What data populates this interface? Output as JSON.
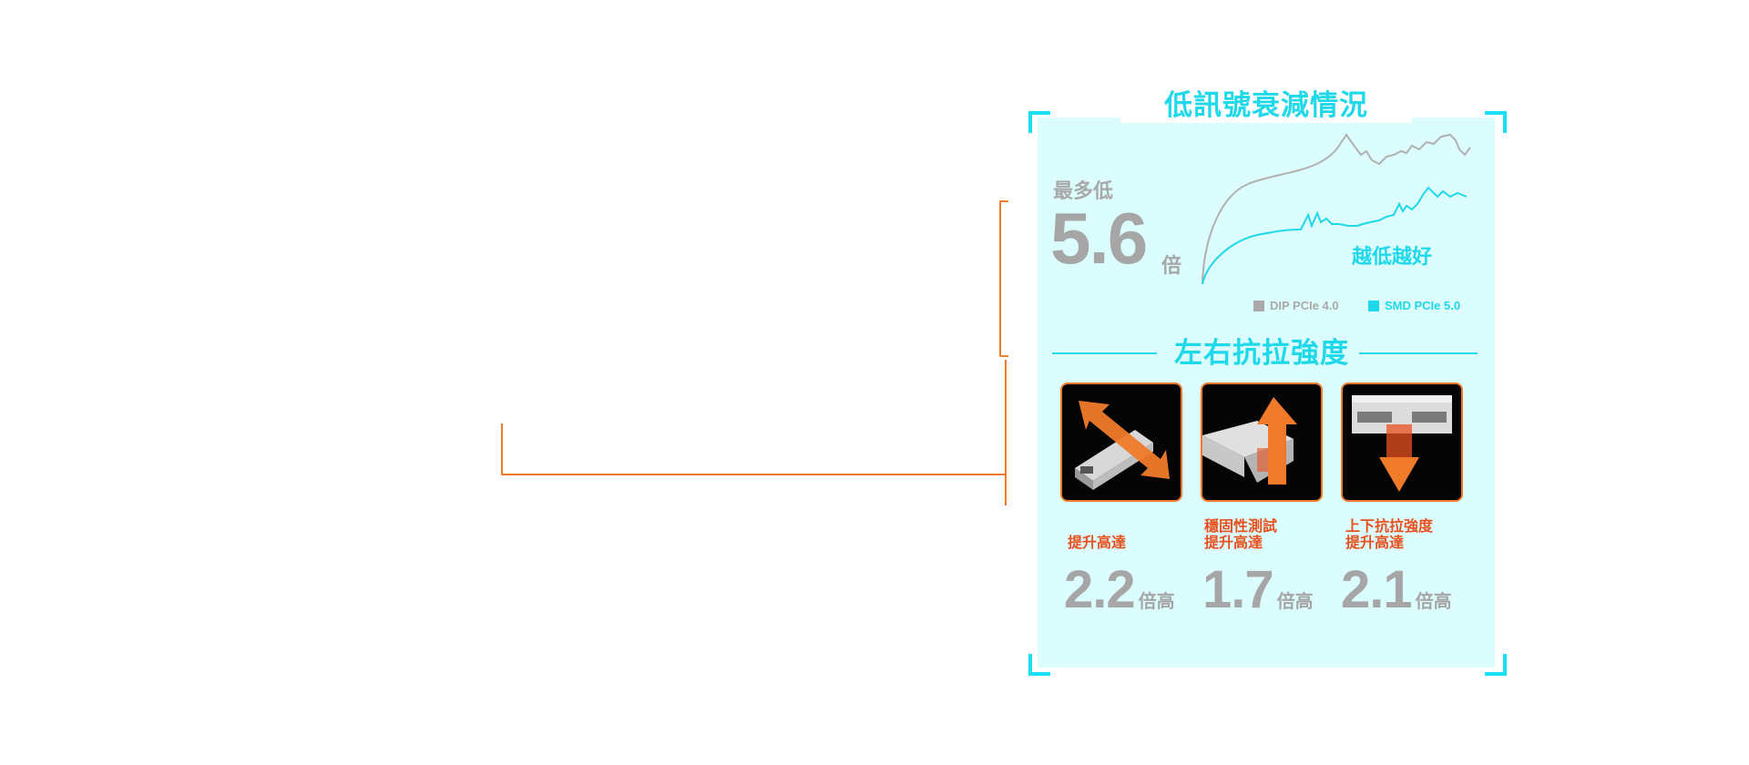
{
  "signal": {
    "title": "低訊號衰減情況",
    "min_label": "最多低",
    "value": "5.6",
    "unit": "倍",
    "better_note": "越低越好",
    "legend": [
      {
        "label": "DIP PCIe 4.0",
        "color": "#a9a9a9"
      },
      {
        "label": "SMD PCIe 5.0",
        "color": "#1fd8ea"
      }
    ]
  },
  "strength": {
    "title": "左右抗拉強度",
    "items": [
      {
        "label_line1": "提升高達",
        "label_line2": "",
        "value": "2.2",
        "unit": "倍高",
        "icon": "horizontal-pull-icon"
      },
      {
        "label_line1": "穩固性測試",
        "label_line2": "提升高達",
        "value": "1.7",
        "unit": "倍高",
        "icon": "upward-pull-icon"
      },
      {
        "label_line1": "上下抗拉強度",
        "label_line2": "提升高達",
        "value": "2.1",
        "unit": "倍高",
        "icon": "downward-pull-icon"
      }
    ]
  },
  "colors": {
    "accent_cyan": "#1fd8ea",
    "accent_orange": "#f07a2a",
    "panel_bg": "#dcfdfe",
    "label_red": "#e8501e",
    "gray": "#a6a6a6"
  }
}
